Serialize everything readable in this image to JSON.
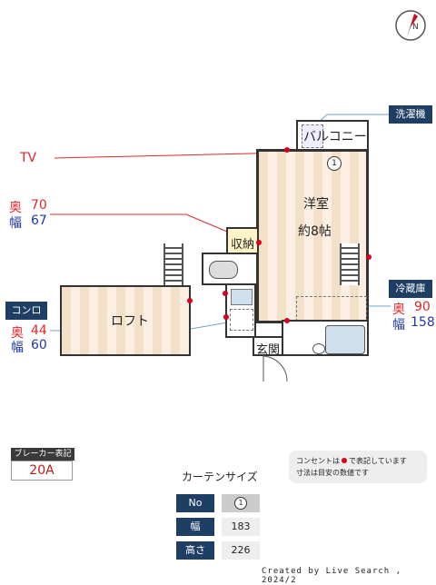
{
  "labels": {
    "tv": "TV",
    "storage_depth_label": "奥",
    "storage_depth": "70",
    "storage_width_label": "幅",
    "storage_width": "67",
    "washer": "洗濯機",
    "balcony": "バルコニー",
    "window_no": "1",
    "room_type": "洋室",
    "room_size": "約8帖",
    "closet": "収納",
    "loft": "ロフト",
    "entrance": "玄関",
    "stove": "コンロ",
    "stove_depth_label": "奥",
    "stove_depth": "44",
    "stove_width_label": "幅",
    "stove_width": "60",
    "fridge": "冷蔵庫",
    "fridge_depth_label": "奥",
    "fridge_depth": "90",
    "fridge_width_label": "幅",
    "fridge_width": "158"
  },
  "breaker": {
    "title": "ブレーカー表記",
    "value": "20A"
  },
  "note": {
    "line1_pre": "コンセントは",
    "line1_post": "で表記しています",
    "line2": "寸法は目安の数値です"
  },
  "curtain": {
    "title": "カーテンサイズ",
    "rows": [
      {
        "label": "No",
        "value": "1"
      },
      {
        "label": "幅",
        "value": "183"
      },
      {
        "label": "高さ",
        "value": "226"
      }
    ]
  },
  "credit": "Created by Live Search , 2024/2",
  "colors": {
    "navy": "#1e3f63",
    "outlet_red": "#d9001b",
    "floor_wood": "#f3e0c8"
  }
}
